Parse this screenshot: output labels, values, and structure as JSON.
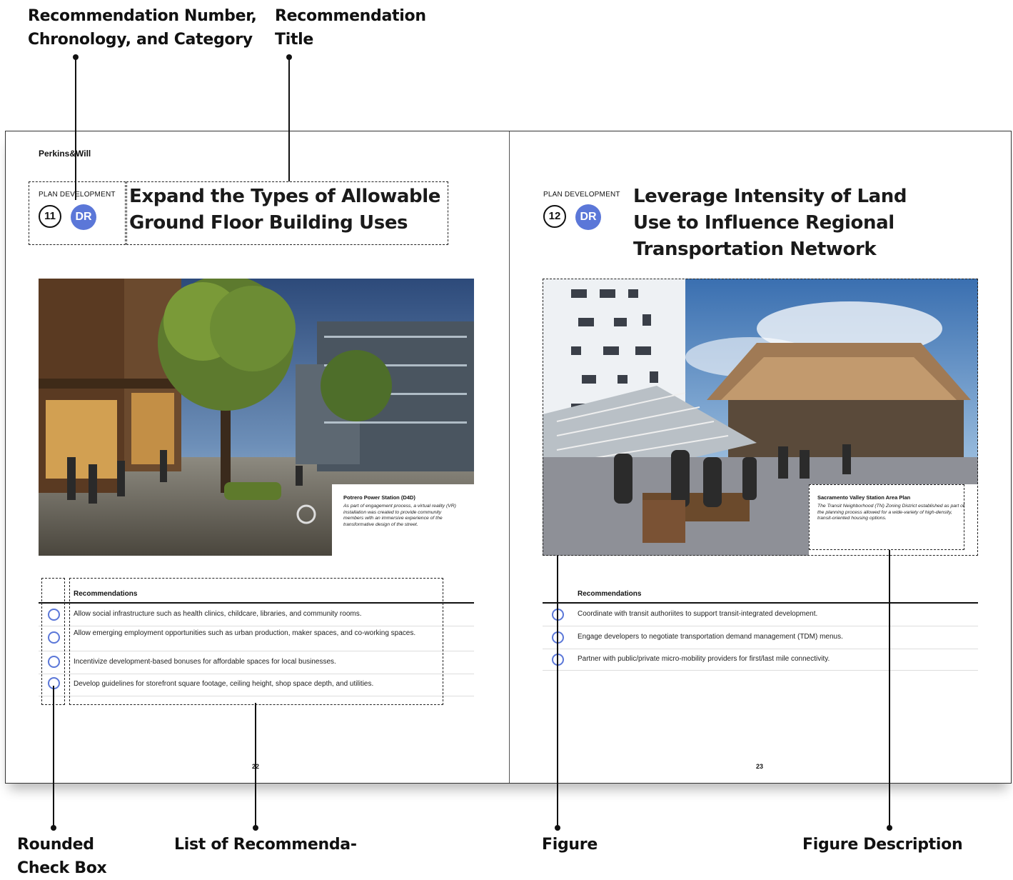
{
  "callouts": {
    "number_category": [
      "Recommendation Number,",
      "Chronology, and Category"
    ],
    "title": [
      "Recommendation",
      "Title"
    ],
    "check_box": [
      "Rounded",
      "Check Box"
    ],
    "list": [
      "List of Recommenda-"
    ],
    "figure": [
      "Figure"
    ],
    "figure_description": [
      "Figure Description"
    ]
  },
  "left_page": {
    "brand": "Perkins&Will",
    "category_label": "PLAN DEVELOPMENT",
    "number": "11",
    "badge": "DR",
    "title": [
      "Expand the Types of Allowable",
      "Ground Floor Building Uses"
    ],
    "figure_caption": {
      "title": "Potrero Power Station (D4D)",
      "body": "As part of engagement process, a virtual reality (VR) installation was created to provide community members with an immersive experience of the transformative design of the street."
    },
    "recommendations_heading": "Recommendations",
    "recommendations": [
      "Allow social infrastructure such as health clinics, childcare, libraries, and community rooms.",
      "Allow emerging employment opportunities such as urban production, maker spaces, and co-working spaces.",
      "Incentivize development-based bonuses for affordable spaces for local businesses.",
      "Develop guidelines for storefront square footage, ceiling height, shop space depth, and utilities."
    ],
    "page_number": "22"
  },
  "right_page": {
    "category_label": "PLAN DEVELOPMENT",
    "number": "12",
    "badge": "DR",
    "title": [
      "Leverage Intensity of Land",
      "Use to Influence Regional",
      "Transportation Network"
    ],
    "figure_caption": {
      "title": "Sacramento Valley Station Area Plan",
      "body": "The Transit Neighborhood (TN) Zoning District established as part of the planning process allowed for a wide-variety of high-density, transit-oriented housing options."
    },
    "recommendations_heading": "Recommendations",
    "recommendations": [
      "Coordinate with transit authoriites to support transit-integrated development.",
      "Engage developers to negotiate transportation demand management (TDM) menus.",
      "Partner with public/private micro-mobility providers for first/last mile connectivity."
    ],
    "page_number": "23"
  },
  "colors": {
    "accent": "#5b77d8",
    "ink": "#111111"
  }
}
